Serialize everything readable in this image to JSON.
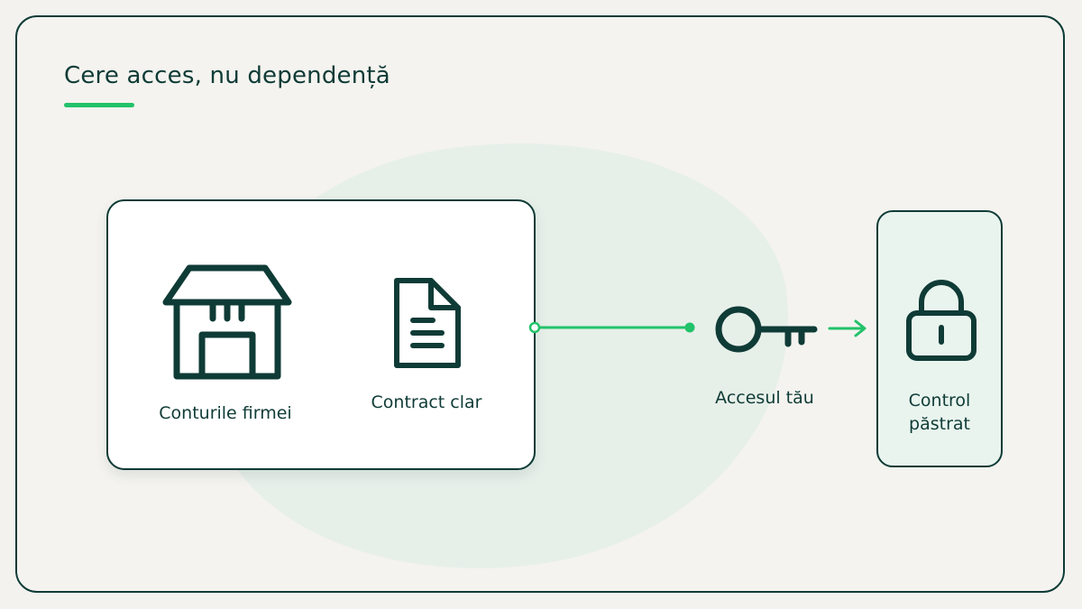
{
  "title": "Cere acces, nu dependență",
  "colors": {
    "ink": "#0f3b36",
    "accent": "#22c26a",
    "background": "#f3f2ee",
    "blob": "#e7efe9",
    "card": "#ffffff",
    "lock_card": "#e9f4ee"
  },
  "nodes": {
    "accounts": {
      "label": "Conturile firmei",
      "icon": "storefront-icon"
    },
    "contract": {
      "label": "Contract clar",
      "icon": "document-icon"
    },
    "access": {
      "label": "Accesul tău",
      "icon": "key-icon"
    },
    "control": {
      "label_line1": "Control",
      "label_line2": "păstrat",
      "icon": "lock-icon"
    }
  },
  "connectors": [
    {
      "from": "company-card",
      "to": "key",
      "style": "line-with-end-dots"
    },
    {
      "from": "key",
      "to": "lock-card",
      "style": "arrow"
    }
  ]
}
